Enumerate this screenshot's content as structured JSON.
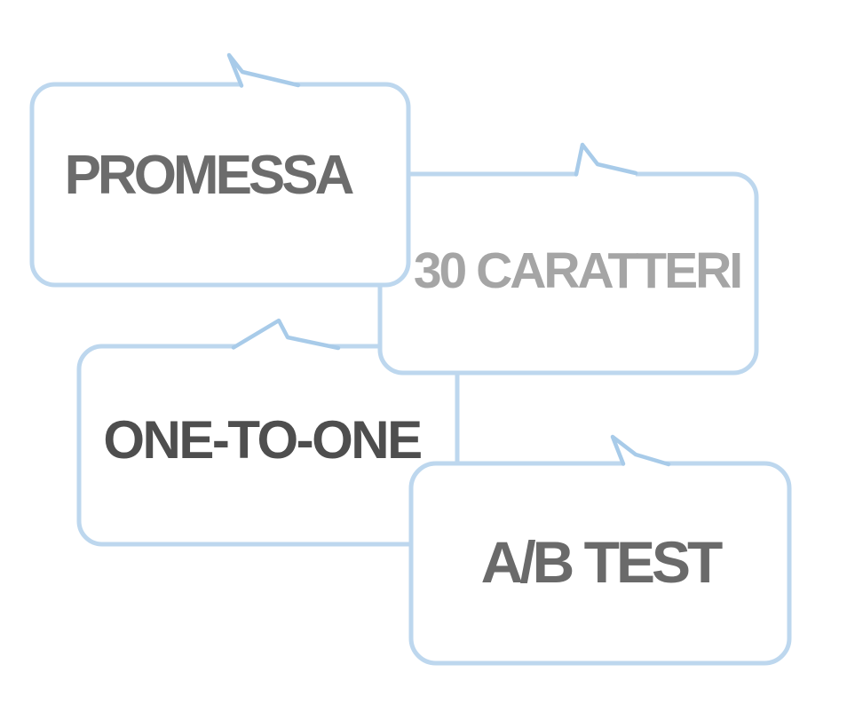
{
  "slide": {
    "type": "speech-bubble-diagram",
    "background": "#ffffff"
  },
  "theme": {
    "bubble_border": "#bdd7ee",
    "tail_stroke": "#a8cbe9",
    "bubble_fill": "#ffffff"
  },
  "bubbles": [
    {
      "id": "promessa",
      "label": "PROMESSA",
      "text_color": "#6c6c6c"
    },
    {
      "id": "caratteri",
      "label": "30 CARATTERI",
      "text_color": "#a5a5a5"
    },
    {
      "id": "onetoone",
      "label": "ONE-TO-ONE",
      "text_color": "#4e4e4e"
    },
    {
      "id": "abtest",
      "label": "A/B TEST",
      "text_color": "#6a6a6a"
    }
  ]
}
